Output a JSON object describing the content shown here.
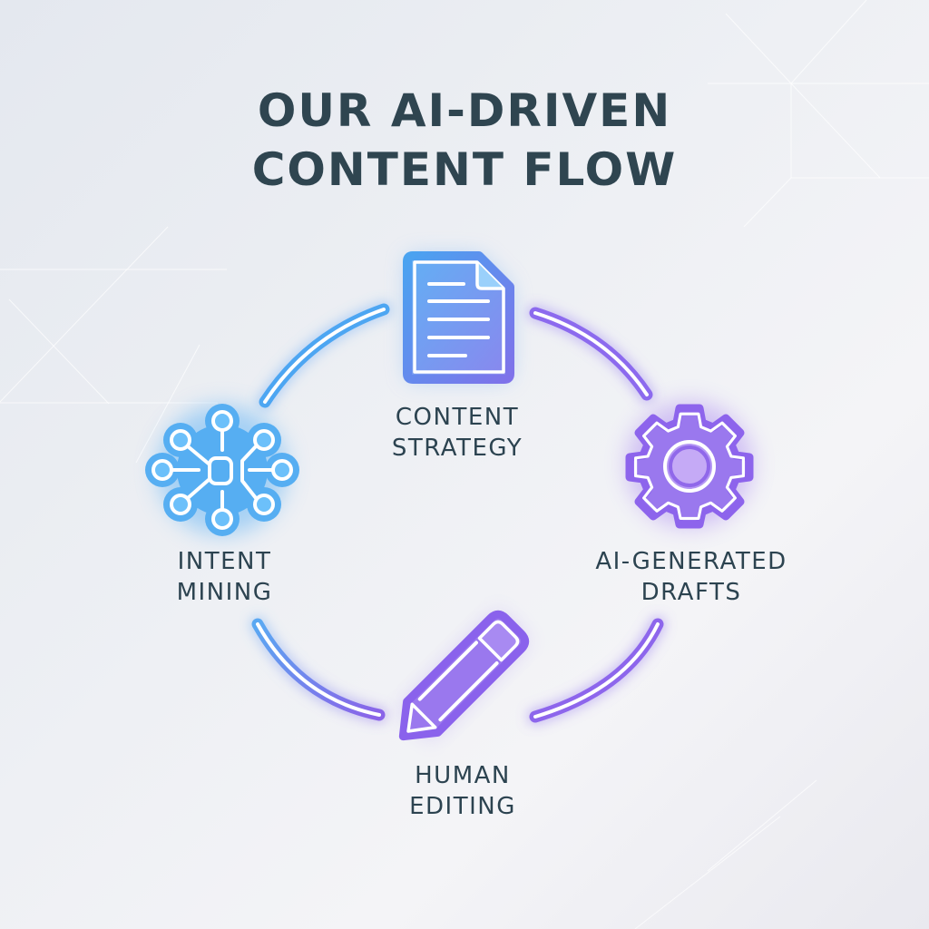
{
  "title": {
    "line1": "OUR AI-DRIVEN",
    "line2": "CONTENT FLOW"
  },
  "colors": {
    "title_text": "#2f4550",
    "label_text": "#2c4350",
    "blue": "#4fa8f0",
    "blue_light": "#62b8f7",
    "purple": "#8a63e8",
    "purple_light": "#a07cf0",
    "background": "#eef0f4"
  },
  "steps": [
    {
      "id": "content-strategy",
      "icon": "document-icon",
      "label_line1": "CONTENT",
      "label_line2": "STRATEGY"
    },
    {
      "id": "ai-generated-drafts",
      "icon": "gear-icon",
      "label_line1": "AI-GENERATED",
      "label_line2": "DRAFTS"
    },
    {
      "id": "human-editing",
      "icon": "pencil-icon",
      "label_line1": "HUMAN",
      "label_line2": "EDITING"
    },
    {
      "id": "intent-mining",
      "icon": "network-icon",
      "label_line1": "INTENT",
      "label_line2": "MINING"
    }
  ],
  "cycle": {
    "type": "circular-flow",
    "order": [
      "CONTENT STRATEGY",
      "AI-GENERATED DRAFTS",
      "HUMAN EDITING",
      "INTENT MINING"
    ]
  }
}
